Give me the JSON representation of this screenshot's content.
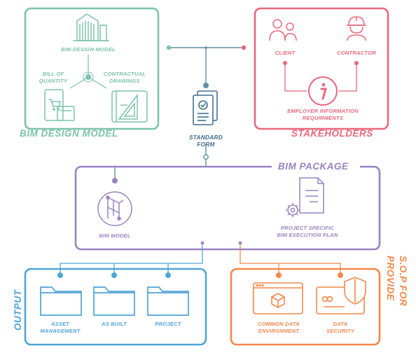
{
  "colors": {
    "design": "#7cc3aa",
    "stakeholders": "#e8687d",
    "package": "#9a82c0",
    "output": "#4ea4d8",
    "sop": "#f2884a",
    "form": "#3f6f8f",
    "connector": "#5f8ea3"
  },
  "design_model": {
    "title": "BIM DESIGN MODEL",
    "center_label": "BIM DESIGN MODEL",
    "left_label_1": "BILL OF",
    "left_label_2": "QUANTITY",
    "right_label_1": "CONTRACTUAL",
    "right_label_2": "DRAWINGS",
    "icons": [
      "building-icon",
      "shopping-cart-tablet-icon",
      "blueprint-drawing-icon"
    ]
  },
  "stakeholders": {
    "title": "STAKEHOLDERS",
    "client_label": "CLIENT",
    "contractor_label": "CONTRACTOR",
    "info_label_1": "EMPLOYER INFORMATION",
    "info_label_2": "REQUIRMENTS",
    "icons": [
      "client-users-icon",
      "contractor-helmet-icon",
      "info-icon"
    ]
  },
  "standard_form": {
    "label_1": "STANDARD",
    "label_2": "FORM",
    "icon": "document-check-icon"
  },
  "bim_package": {
    "title": "BIM PACKAGE",
    "model_label": "BIM MODEL",
    "plan_label_1": "PROJECT SPECIFIC",
    "plan_label_2": "BIM EXECUTION PLAN",
    "icons": [
      "bim-model-icon",
      "document-gear-icon"
    ]
  },
  "output": {
    "title": "OUTPUT",
    "items": [
      {
        "label_1": "ASSET",
        "label_2": "MANAGEMENT"
      },
      {
        "label_1": "AS BUILT",
        "label_2": ""
      },
      {
        "label_1": "PROJECT",
        "label_2": ""
      }
    ]
  },
  "provide_sop": {
    "title_1": "PROVIDE",
    "title_2": "S.O.P FOR",
    "items": [
      {
        "label_1": "COMMON DATA",
        "label_2": "ENVIRONMENT"
      },
      {
        "label_1": "DATA",
        "label_2": "SECURITY"
      }
    ]
  }
}
